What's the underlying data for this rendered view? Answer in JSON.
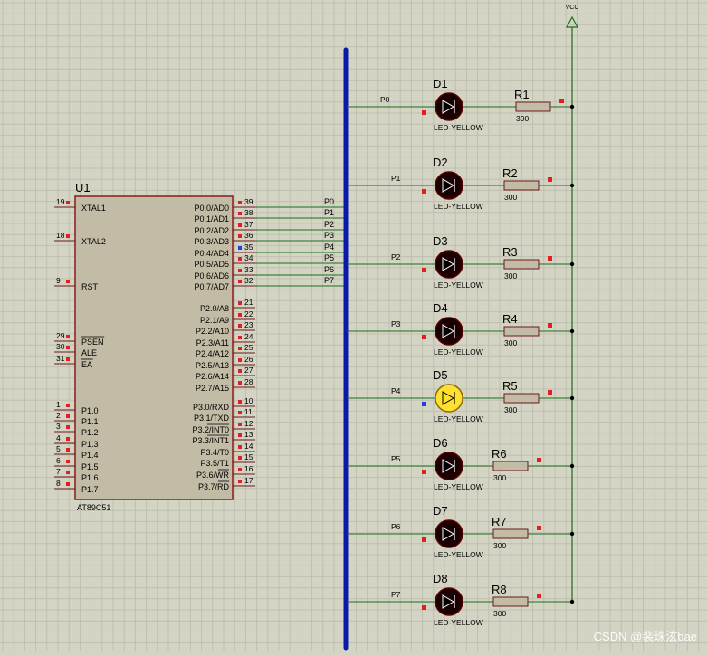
{
  "vcc_label": "VCC",
  "chip": {
    "ref": "U1",
    "part": "AT89C51",
    "left_pins": [
      {
        "num": "19",
        "name": "XTAL1"
      },
      {
        "num": "18",
        "name": "XTAL2"
      },
      {
        "num": "9",
        "name": "RST"
      },
      {
        "num": "29",
        "name": "PSEN"
      },
      {
        "num": "30",
        "name": "ALE"
      },
      {
        "num": "31",
        "name": "EA"
      },
      {
        "num": "1",
        "name": "P1.0"
      },
      {
        "num": "2",
        "name": "P1.1"
      },
      {
        "num": "3",
        "name": "P1.2"
      },
      {
        "num": "4",
        "name": "P1.3"
      },
      {
        "num": "5",
        "name": "P1.4"
      },
      {
        "num": "6",
        "name": "P1.5"
      },
      {
        "num": "7",
        "name": "P1.6"
      },
      {
        "num": "8",
        "name": "P1.7"
      }
    ],
    "right_pins": [
      {
        "num": "39",
        "name": "P0.0/AD0",
        "net": "P0"
      },
      {
        "num": "38",
        "name": "P0.1/AD1",
        "net": "P1"
      },
      {
        "num": "37",
        "name": "P0.2/AD2",
        "net": "P2"
      },
      {
        "num": "36",
        "name": "P0.3/AD3",
        "net": "P3"
      },
      {
        "num": "35",
        "name": "P0.4/AD4",
        "net": "P4"
      },
      {
        "num": "34",
        "name": "P0.5/AD5",
        "net": "P5"
      },
      {
        "num": "33",
        "name": "P0.6/AD6",
        "net": "P6"
      },
      {
        "num": "32",
        "name": "P0.7/AD7",
        "net": "P7"
      },
      {
        "num": "21",
        "name": "P2.0/A8"
      },
      {
        "num": "22",
        "name": "P2.1/A9"
      },
      {
        "num": "23",
        "name": "P2.2/A10"
      },
      {
        "num": "24",
        "name": "P2.3/A11"
      },
      {
        "num": "25",
        "name": "P2.4/A12"
      },
      {
        "num": "26",
        "name": "P2.5/A13"
      },
      {
        "num": "27",
        "name": "P2.6/A14"
      },
      {
        "num": "28",
        "name": "P2.7/A15"
      },
      {
        "num": "10",
        "name": "P3.0/RXD"
      },
      {
        "num": "11",
        "name": "P3.1/TXD"
      },
      {
        "num": "12",
        "name": "P3.2/INT0"
      },
      {
        "num": "13",
        "name": "P3.3/INT1"
      },
      {
        "num": "14",
        "name": "P3.4/T0"
      },
      {
        "num": "15",
        "name": "P3.5/T1"
      },
      {
        "num": "16",
        "name": "P3.6/WR"
      },
      {
        "num": "17",
        "name": "P3.7/RD"
      }
    ]
  },
  "leds": [
    {
      "ref": "D1",
      "part": "LED-YELLOW",
      "net": "P0",
      "lit": false,
      "res_ref": "R1",
      "res_val": "300"
    },
    {
      "ref": "D2",
      "part": "LED-YELLOW",
      "net": "P1",
      "lit": false,
      "res_ref": "R2",
      "res_val": "300"
    },
    {
      "ref": "D3",
      "part": "LED-YELLOW",
      "net": "P2",
      "lit": false,
      "res_ref": "R3",
      "res_val": "300"
    },
    {
      "ref": "D4",
      "part": "LED-YELLOW",
      "net": "P3",
      "lit": false,
      "res_ref": "R4",
      "res_val": "300"
    },
    {
      "ref": "D5",
      "part": "LED-YELLOW",
      "net": "P4",
      "lit": true,
      "res_ref": "R5",
      "res_val": "300"
    },
    {
      "ref": "D6",
      "part": "LED-YELLOW",
      "net": "P5",
      "lit": false,
      "res_ref": "R6",
      "res_val": "300"
    },
    {
      "ref": "D7",
      "part": "LED-YELLOW",
      "net": "P6",
      "lit": false,
      "res_ref": "R7",
      "res_val": "300"
    },
    {
      "ref": "D8",
      "part": "LED-YELLOW",
      "net": "P7",
      "lit": false,
      "res_ref": "R8",
      "res_val": "300"
    }
  ],
  "watermark": "CSDN @裴珠泫bae",
  "colors": {
    "background": "#d4d4c4",
    "grid": "#bfbfaf",
    "wire": "#1a6e1a",
    "bus": "#0a1aa8",
    "chip_fill": "#c2bba5",
    "chip_border": "#8a1a1a",
    "pin_marker": "#e02020",
    "pin_marker_active": "#2040e0",
    "led_off": "#1a0000",
    "led_on": "#ffe030",
    "resistor_fill": "#c2bba5"
  }
}
